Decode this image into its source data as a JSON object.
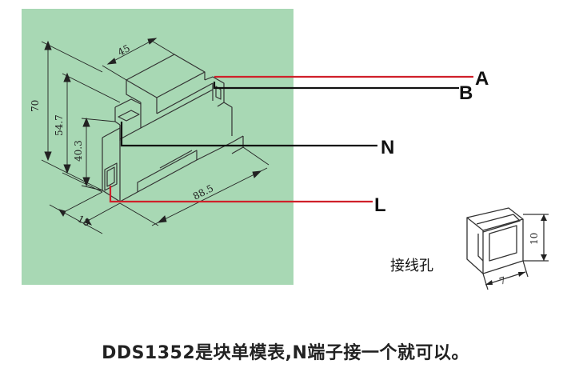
{
  "dimensions": {
    "width": "45",
    "height_total": "70",
    "height_mid": "54.7",
    "height_low": "40.3",
    "length": "88.5",
    "depth": "18",
    "hole_height": "10",
    "hole_width": "7"
  },
  "terminals": {
    "a": "A",
    "b": "B",
    "n": "N",
    "l": "L"
  },
  "hole_label": "接线孔",
  "caption": "DDS1352是块单模表,N端子接一个就可以。",
  "colors": {
    "panel_bg": "#a8d8b4",
    "wire_red": "#d0202a",
    "wire_black": "#111111"
  }
}
